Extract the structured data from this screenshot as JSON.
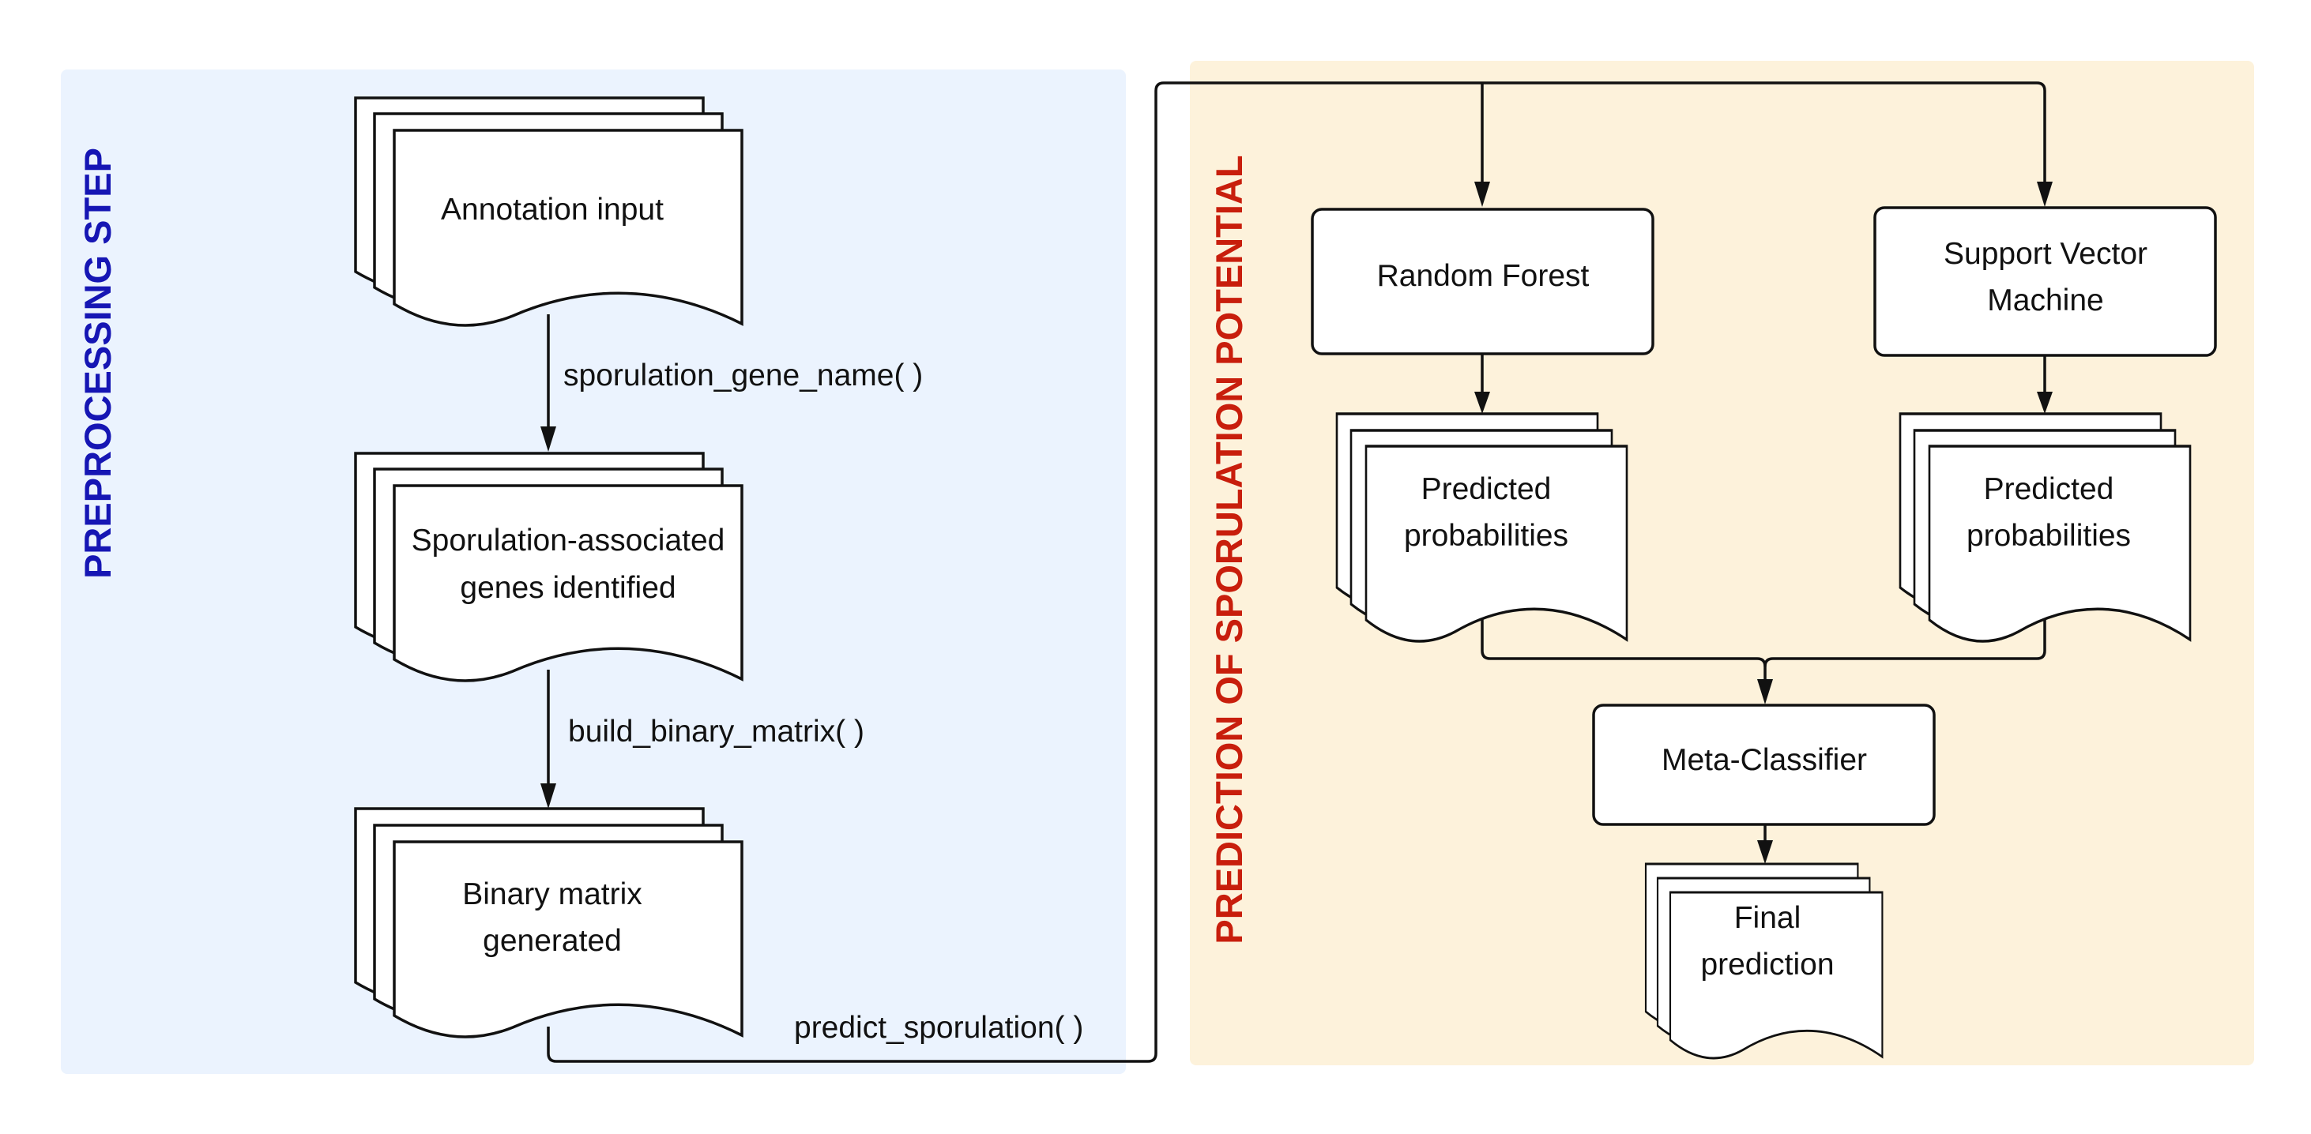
{
  "colors": {
    "preprocessing_panel": "#ebf3fe",
    "prediction_panel": "#fdf2db",
    "preprocessing_title": "#1616b4",
    "prediction_title": "#c81e0c",
    "stroke": "#111111"
  },
  "preprocessing": {
    "title": "PREPROCESSING STEP",
    "annotation_input": "Annotation input",
    "sporulation_genes_line1": "Sporulation-associated",
    "sporulation_genes_line2": "genes identified",
    "binary_matrix_line1": "Binary matrix",
    "binary_matrix_line2": "generated",
    "fn_gene_name": "sporulation_gene_name( )",
    "fn_build_matrix": "build_binary_matrix( )",
    "fn_predict": "predict_sporulation( )"
  },
  "prediction": {
    "title": "PREDICTION OF SPORULATION POTENTIAL",
    "random_forest": "Random Forest",
    "svm_line1": "Support Vector",
    "svm_line2": "Machine",
    "rf_probs_line1": "Predicted",
    "rf_probs_line2": "probabilities",
    "svm_probs_line1": "Predicted",
    "svm_probs_line2": "probabilities",
    "meta_classifier": "Meta-Classifier",
    "final_line1": "Final",
    "final_line2": "prediction"
  }
}
